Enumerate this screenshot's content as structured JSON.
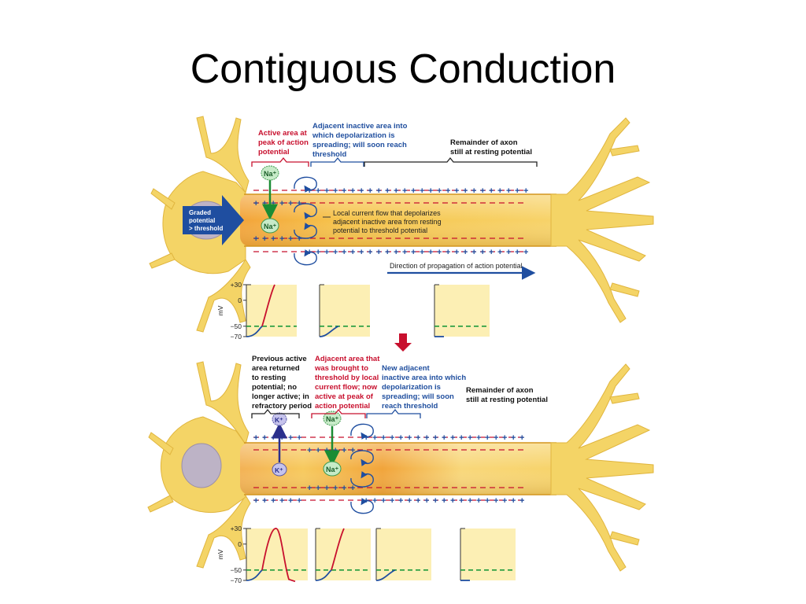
{
  "slide": {
    "title": "Contiguous Conduction"
  },
  "top": {
    "label_active": [
      "Active area at",
      "peak of action",
      "potential"
    ],
    "label_adjacent": [
      "Adjacent inactive area into",
      "which depolarization is",
      "spreading; will soon reach",
      "threshold"
    ],
    "label_remainder": [
      "Remainder of axon",
      "still at resting potential"
    ],
    "graded": [
      "Graded",
      "potential",
      "> threshold"
    ],
    "local_current": [
      "Local current flow that depolarizes",
      "adjacent inactive area from resting",
      "potential to threshold potential"
    ],
    "direction": "Direction of propagation of action potential",
    "na_label": "Na⁺"
  },
  "bottom": {
    "label_previous": [
      "Previous active",
      "area returned",
      "to resting",
      "potential; no",
      "longer active; in",
      "refractory period"
    ],
    "label_brought": [
      "Adjacent area that",
      "was brought to",
      "threshold by local",
      "current flow; now",
      "active at peak of",
      "action potential"
    ],
    "label_new": [
      "New adjacent",
      "inactive area into which",
      "depolarization is",
      "spreading; will soon",
      "reach threshold"
    ],
    "label_remainder": [
      "Remainder of axon",
      "still at resting potential"
    ],
    "k_label": "K⁺",
    "na_label": "Na⁺"
  },
  "graph_axis": {
    "ylabel": "mV",
    "ticks": [
      "+30",
      "0",
      "−50",
      "−70"
    ]
  },
  "colors": {
    "membrane_red": "#c8102e",
    "charge_blue": "#1f4ea0",
    "axon_yellow": "#f6cf55",
    "active_orange": "#f0a63a",
    "threshold_green": "#1e9a3c",
    "graph_bg": "#fcefb4"
  },
  "icons": {
    "na_ion": "na-ion-icon",
    "k_ion": "k-ion-icon",
    "current_loop": "current-loop-icon",
    "arrow": "arrow-icon"
  }
}
